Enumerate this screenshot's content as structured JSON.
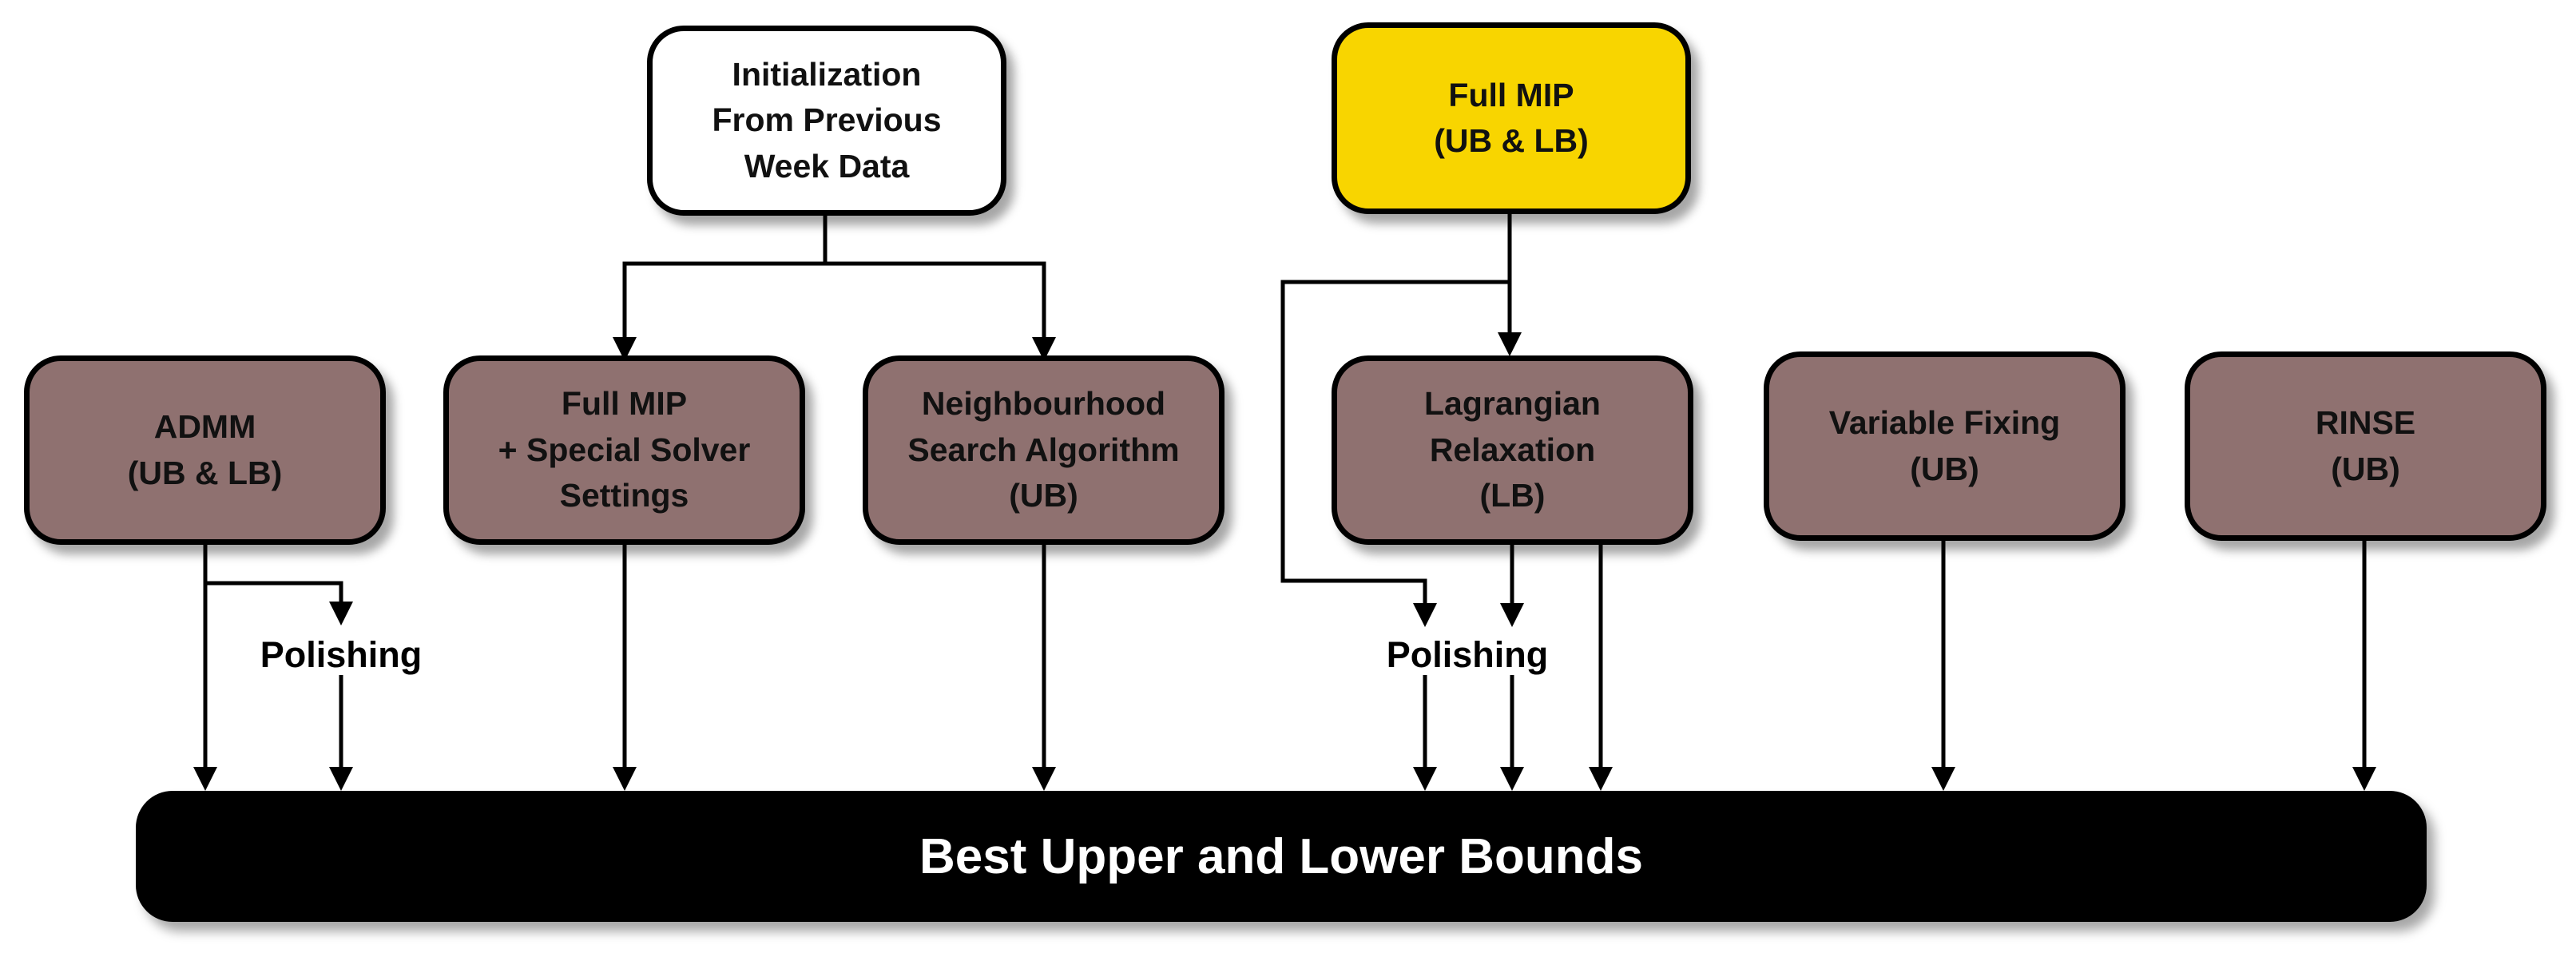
{
  "nodes": {
    "initialization": "Initialization\nFrom Previous\nWeek Data",
    "full_mip_top": "Full MIP\n(UB & LB)",
    "admm": "ADMM\n(UB & LB)",
    "full_mip_special": "Full MIP\n+ Special Solver\nSettings",
    "neighbourhood": "Neighbourhood\nSearch Algorithm\n(UB)",
    "lagrangian": "Lagrangian\nRelaxation\n(LB)",
    "variable_fixing": "Variable Fixing\n(UB)",
    "rinse": "RINSE\n(UB)"
  },
  "polishing_left": "Polishing",
  "polishing_right": "Polishing",
  "bottom_bar": "Best Upper and Lower Bounds",
  "colors": {
    "method_box": "#8f7170",
    "highlight_box": "#f8d500",
    "init_box": "#ffffff",
    "bar": "#000000"
  }
}
